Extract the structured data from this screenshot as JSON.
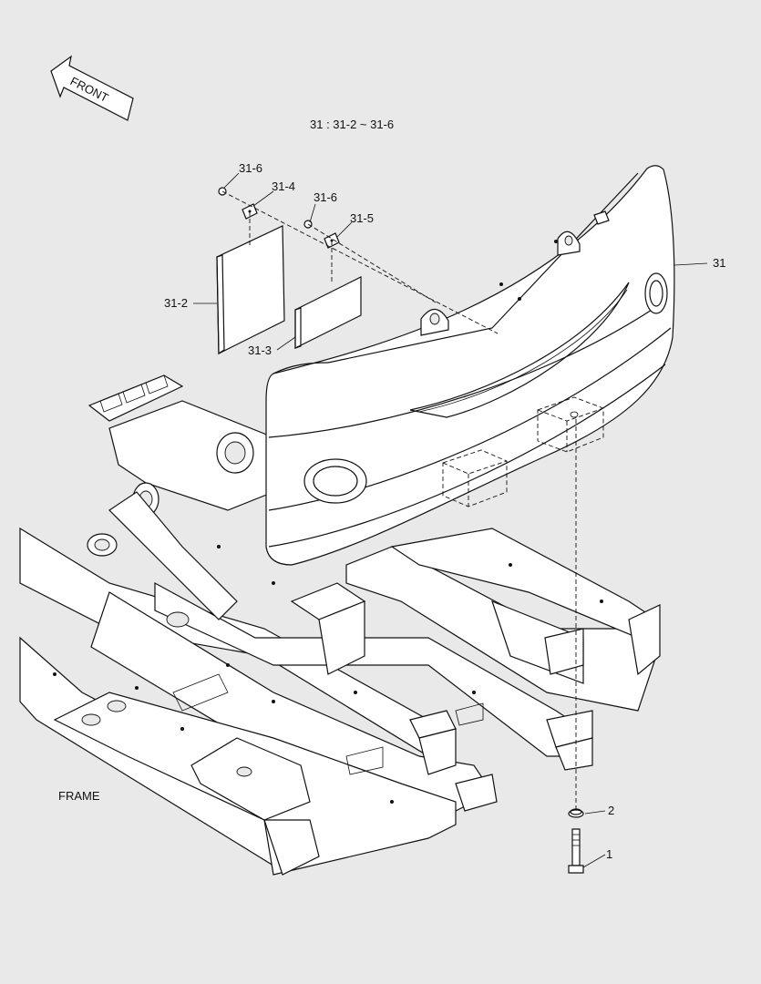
{
  "orientation": {
    "arrow_text": "FRONT"
  },
  "note": "31 : 31-2 ~ 31-6",
  "assembly_label": "FRAME",
  "callouts": [
    "31",
    "31-2",
    "31-3",
    "31-4",
    "31-5",
    "31-6",
    "31-6",
    "1",
    "2"
  ],
  "colors": {
    "background": "#e9e9e9",
    "line": "#111111",
    "part_fill": "#ffffff"
  }
}
